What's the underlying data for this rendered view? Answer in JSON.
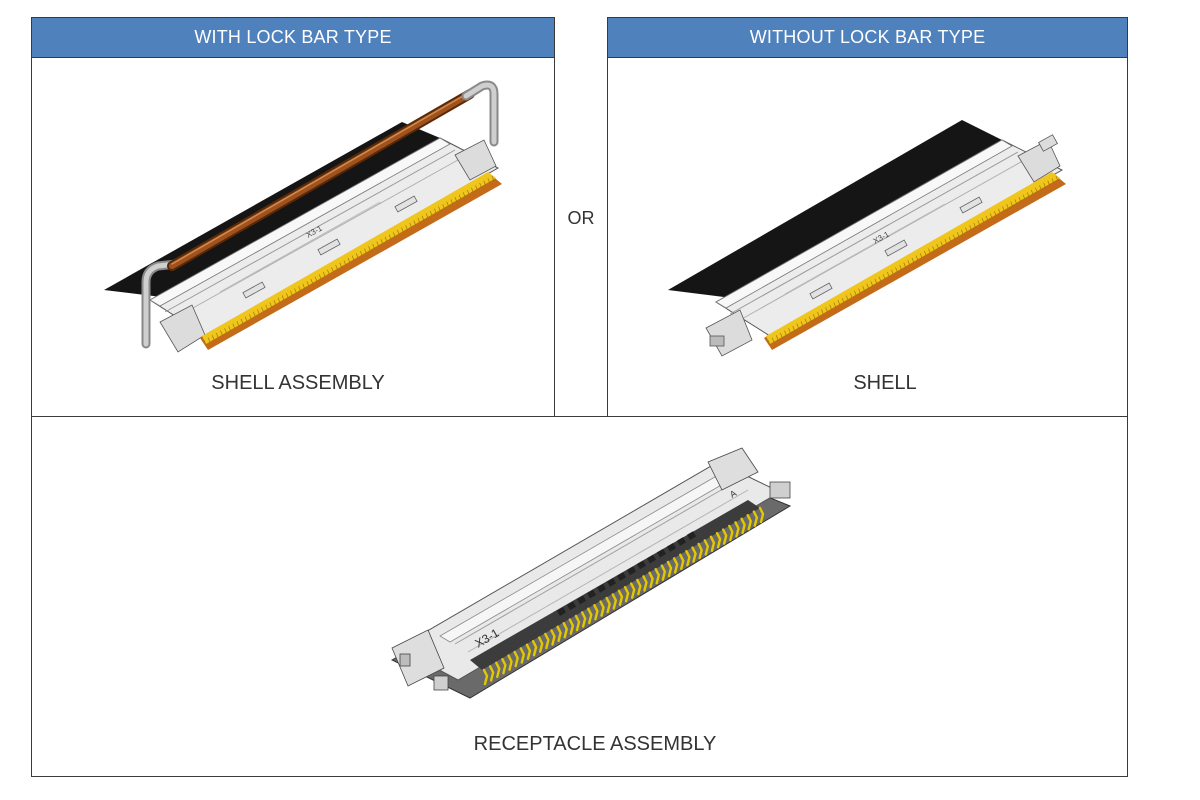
{
  "left_panel": {
    "header": "WITH LOCK BAR TYPE",
    "caption": "SHELL ASSEMBLY"
  },
  "right_panel": {
    "header": "WITHOUT LOCK BAR TYPE",
    "caption": "SHELL"
  },
  "separator": "OR",
  "bottom_panel": {
    "caption": "RECEPTACLE ASSEMBLY"
  },
  "part_marking": "X3-1",
  "pin_marking": "A",
  "colors": {
    "header_bg": "#4f81bd",
    "header_text": "#ffffff",
    "cable": "#1a1a1a",
    "lock_bar": "#8b4513",
    "contacts": "#e6c21a",
    "shell": "#ececec",
    "housing": "#555555"
  }
}
